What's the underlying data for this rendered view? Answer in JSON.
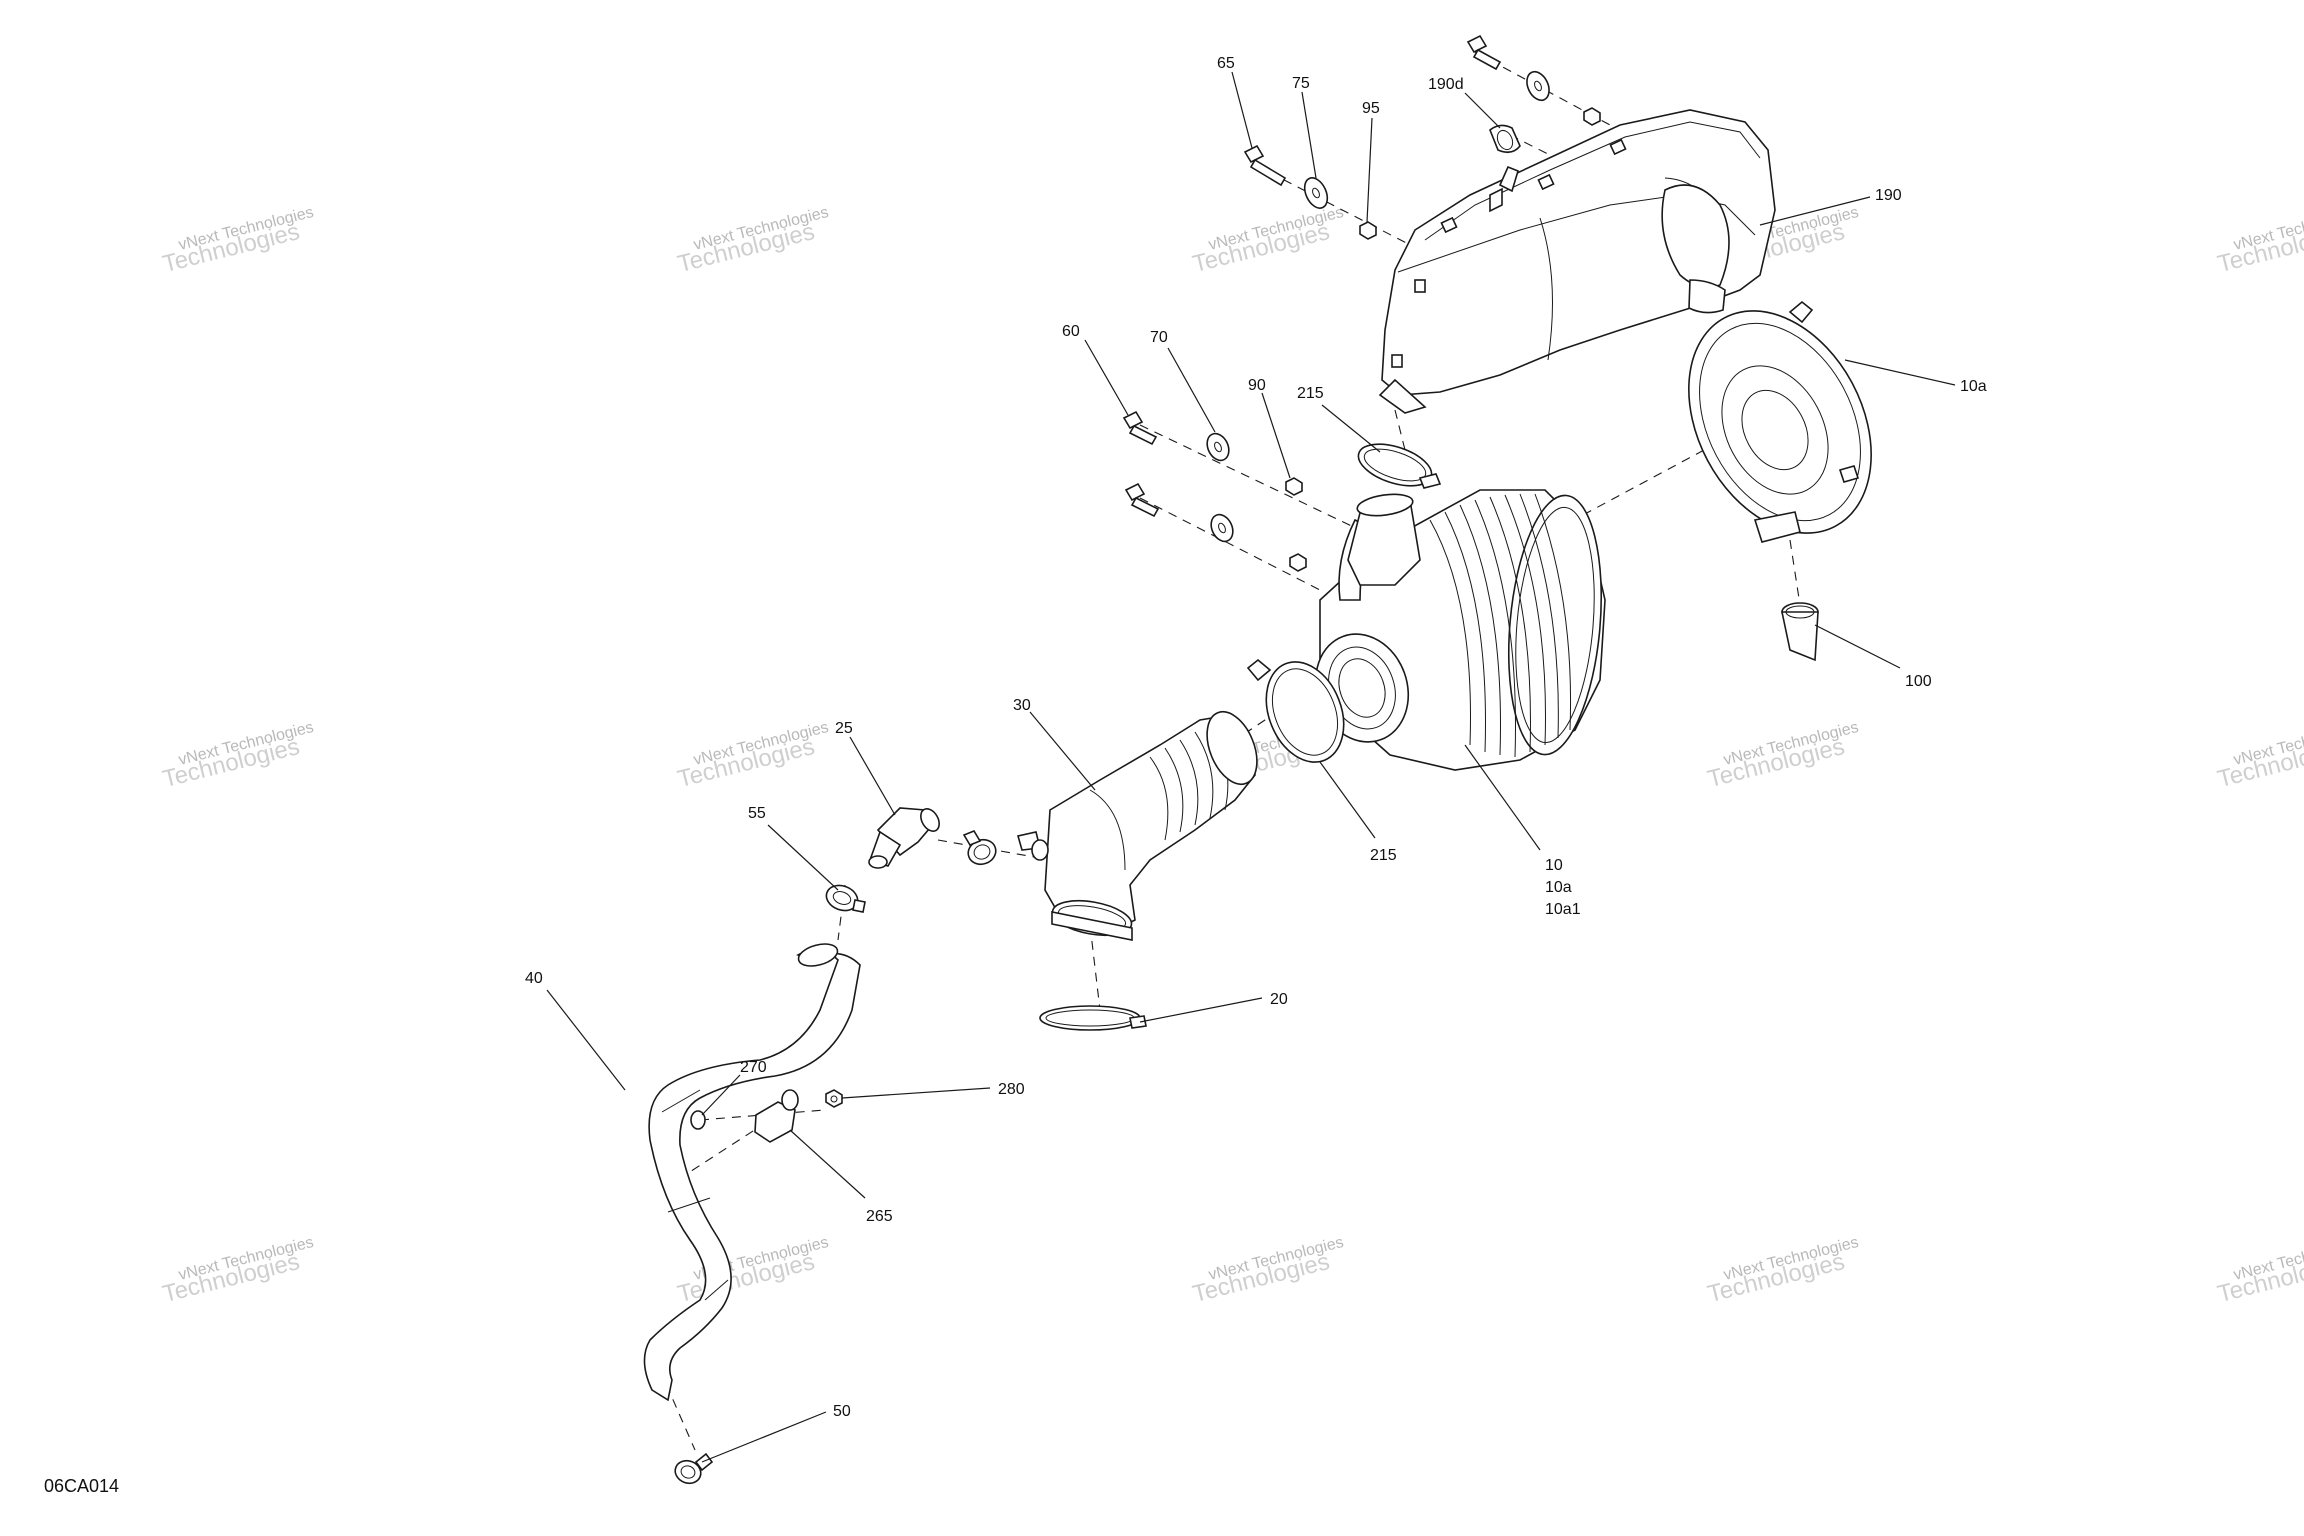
{
  "diagram_code": "06CA014",
  "watermark": {
    "line1": "vNext Technologies",
    "line2": "Technologies"
  },
  "callouts": [
    {
      "id": "c65",
      "text": "65"
    },
    {
      "id": "c75",
      "text": "75"
    },
    {
      "id": "c95",
      "text": "95"
    },
    {
      "id": "c190d",
      "text": "190d"
    },
    {
      "id": "c190",
      "text": "190"
    },
    {
      "id": "c60",
      "text": "60"
    },
    {
      "id": "c70",
      "text": "70"
    },
    {
      "id": "c90",
      "text": "90"
    },
    {
      "id": "c215a",
      "text": "215"
    },
    {
      "id": "c10a_top",
      "text": "10a"
    },
    {
      "id": "c100",
      "text": "100"
    },
    {
      "id": "c30",
      "text": "30"
    },
    {
      "id": "c25",
      "text": "25"
    },
    {
      "id": "c55",
      "text": "55"
    },
    {
      "id": "c215b",
      "text": "215"
    },
    {
      "id": "c10",
      "text": "10"
    },
    {
      "id": "c10a",
      "text": "10a"
    },
    {
      "id": "c10a1",
      "text": "10a1"
    },
    {
      "id": "c20",
      "text": "20"
    },
    {
      "id": "c40",
      "text": "40"
    },
    {
      "id": "c270",
      "text": "270"
    },
    {
      "id": "c280",
      "text": "280"
    },
    {
      "id": "c265",
      "text": "265"
    },
    {
      "id": "c50",
      "text": "50"
    }
  ]
}
